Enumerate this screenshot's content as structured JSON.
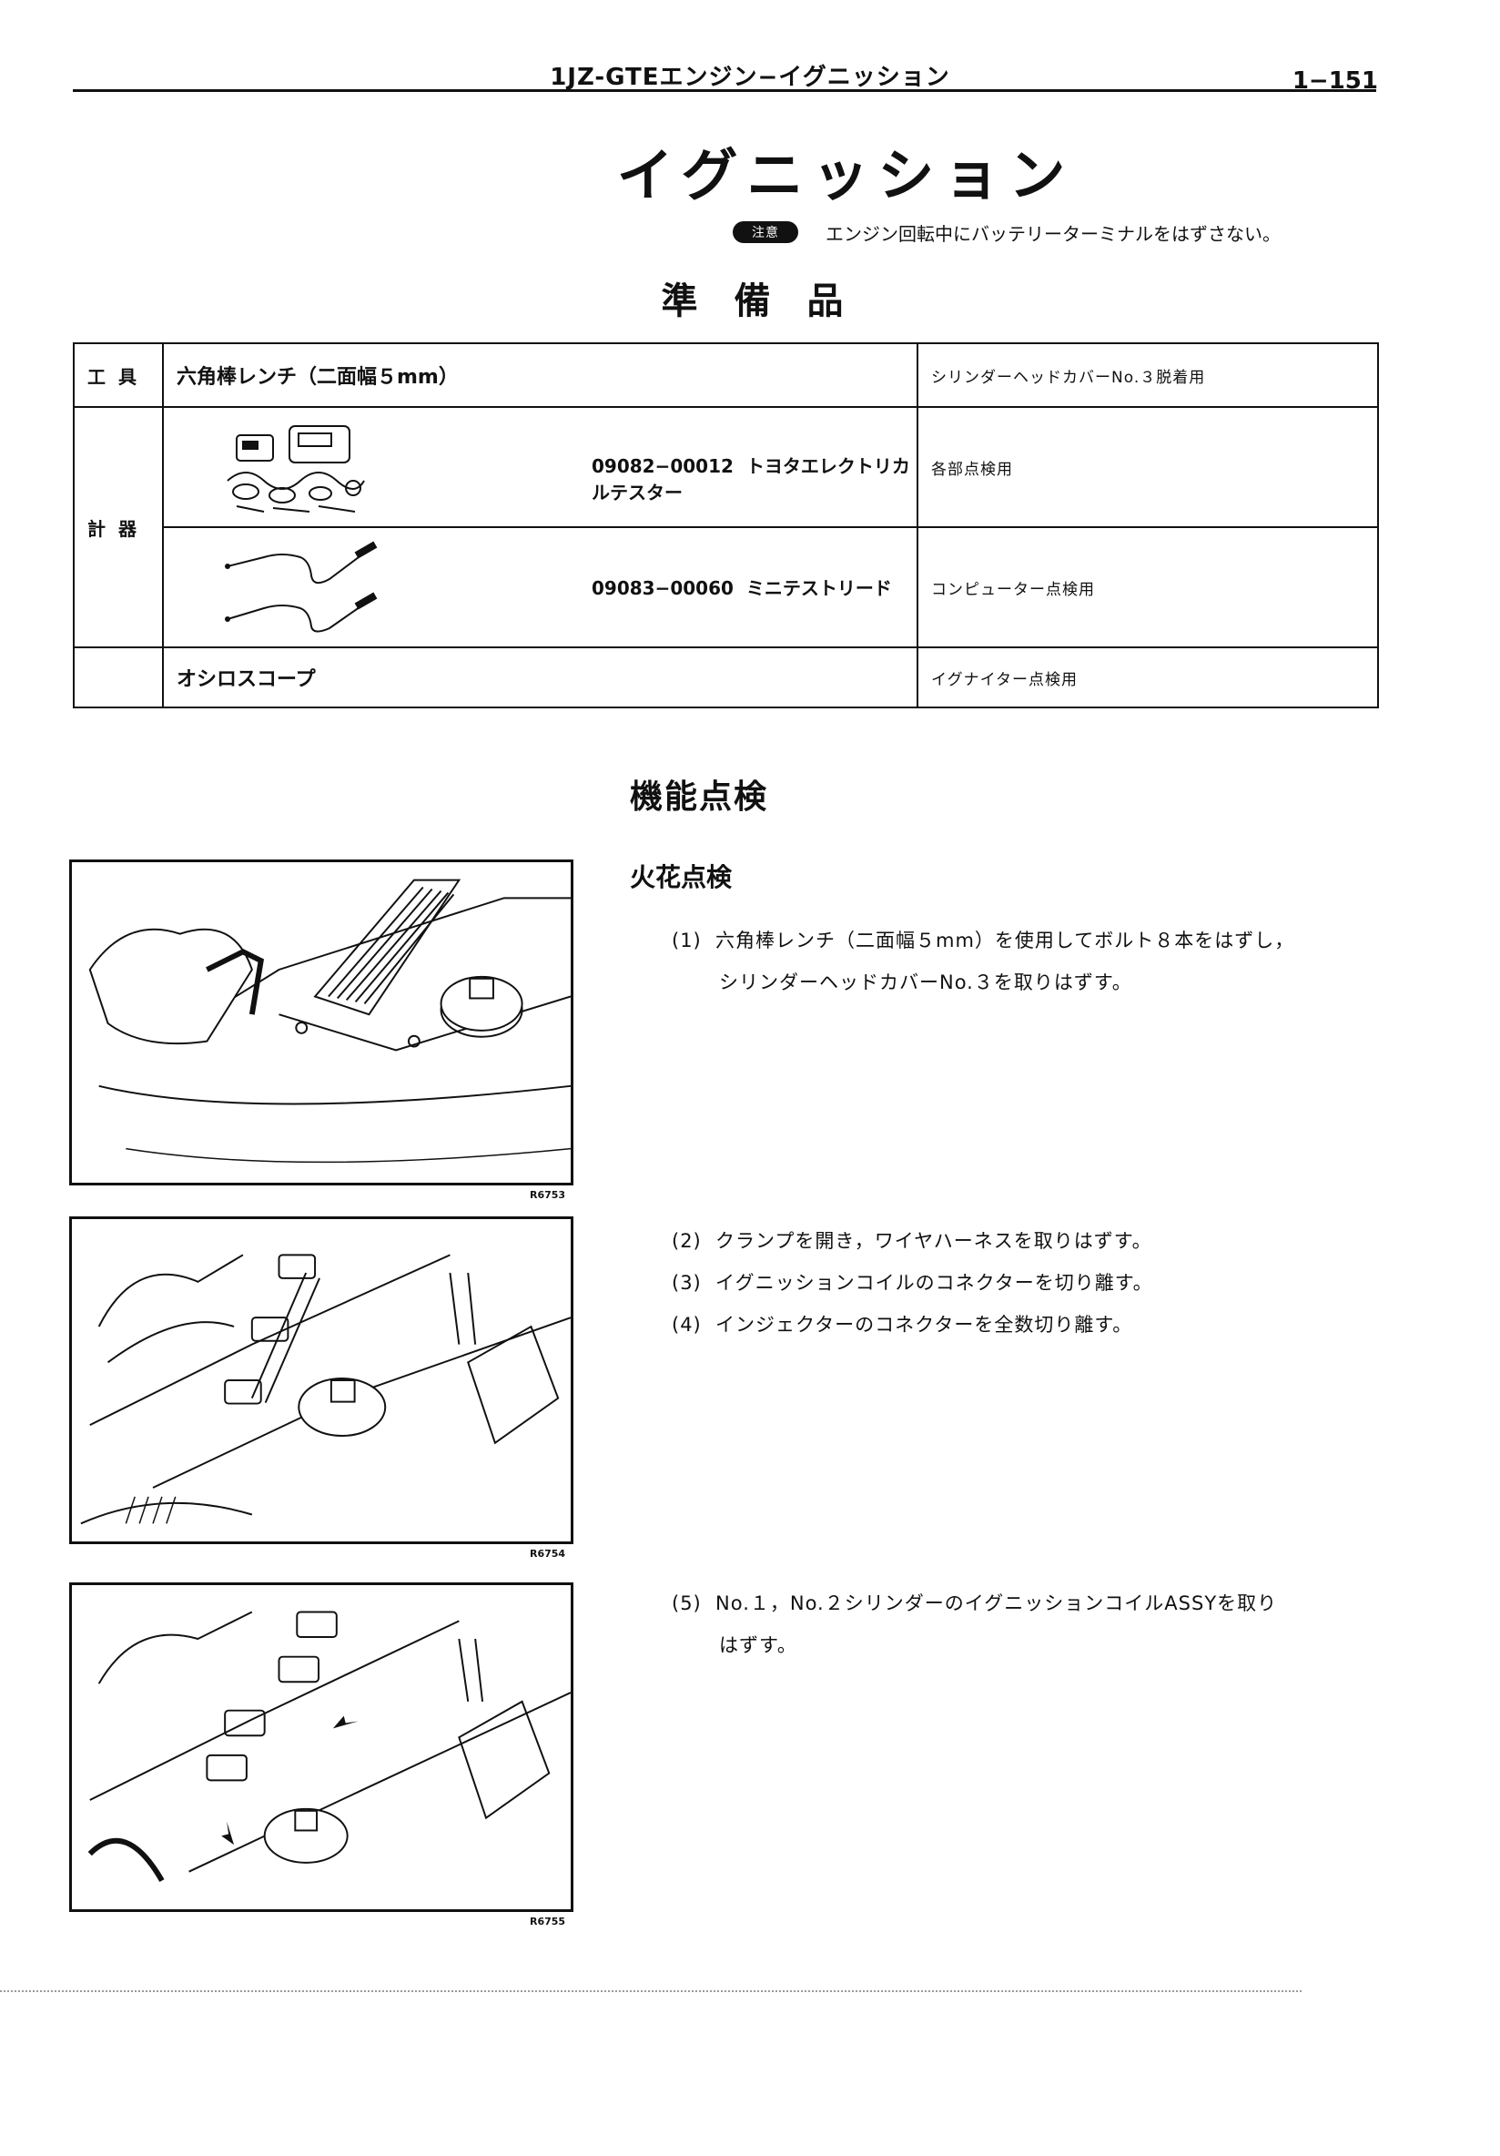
{
  "header": {
    "title": "1JZ-GTEエンジン−イグニッション",
    "page_number": "1−151"
  },
  "main_title": "イグニッション",
  "caution": {
    "badge": "注意",
    "text": "エンジン回転中にバッテリーターミナルをはずさない。"
  },
  "prep_title": "準備品",
  "equipment": {
    "tool_category": "工具",
    "tool_item": "六角棒レンチ（二面幅５mm）",
    "tool_purpose": "シリンダーヘッドカバーNo.３脱着用",
    "meter_category": "計器",
    "meters": [
      {
        "code": "09082−00012",
        "name": "トヨタエレクトリカルテスター",
        "purpose": "各部点検用"
      },
      {
        "code": "09083−00060",
        "name": "ミニテストリード",
        "purpose": "コンピューター点検用"
      }
    ],
    "scope_item": "オシロスコープ",
    "scope_purpose": "イグナイター点検用"
  },
  "section_title": "機能点検",
  "subsection_title": "火花点検",
  "steps": [
    {
      "num": "(1)",
      "line1": "六角棒レンチ（二面幅５mm）を使用してボルト８本をはずし，",
      "line2": "シリンダーヘッドカバーNo.３を取りはずす。"
    },
    {
      "num": "(2)",
      "line1": "クランプを開き，ワイヤハーネスを取りはずす。"
    },
    {
      "num": "(3)",
      "line1": "イグニッションコイルのコネクターを切り離す。"
    },
    {
      "num": "(4)",
      "line1": "インジェクターのコネクターを全数切り離す。"
    },
    {
      "num": "(5)",
      "line1": "No.１，No.２シリンダーのイグニッションコイルASSYを取り",
      "line2": "はずす。"
    }
  ],
  "figures": [
    {
      "code": "R6753"
    },
    {
      "code": "R6754"
    },
    {
      "code": "R6755"
    }
  ]
}
